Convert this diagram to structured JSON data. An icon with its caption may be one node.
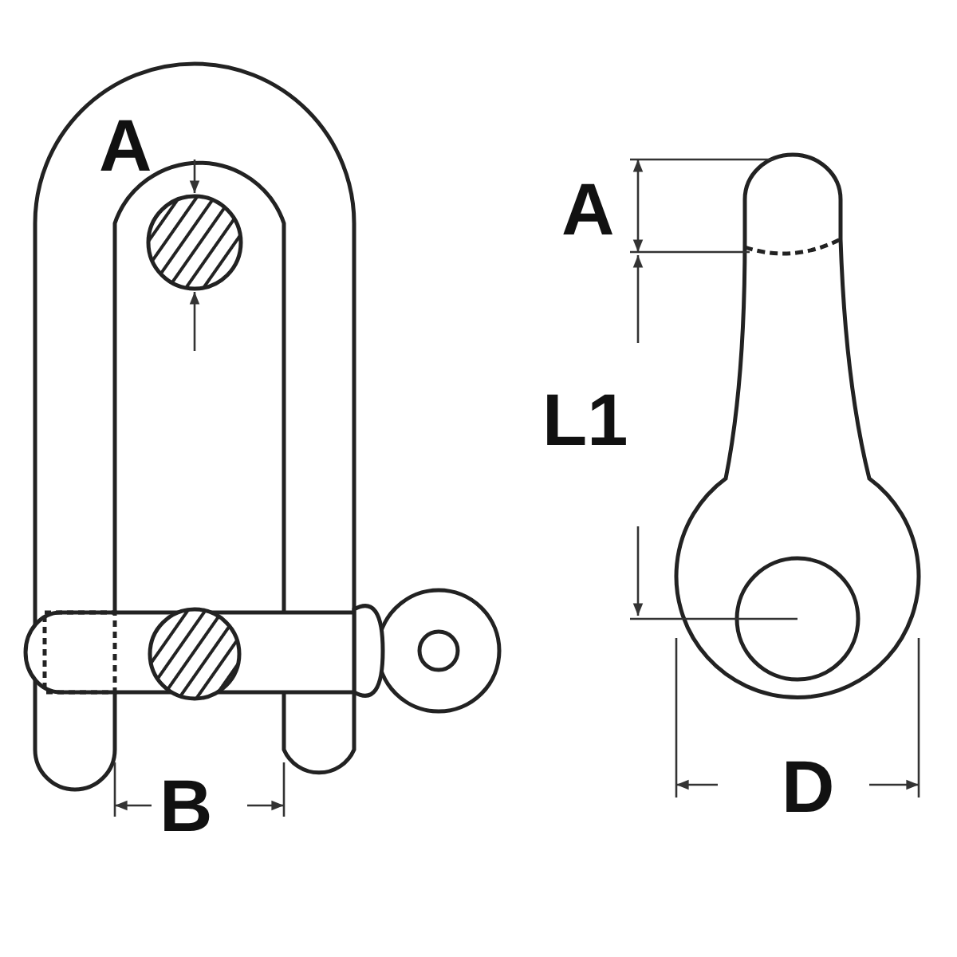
{
  "diagram": {
    "labels": [
      "A",
      "B",
      "A",
      "L1",
      "D"
    ]
  }
}
